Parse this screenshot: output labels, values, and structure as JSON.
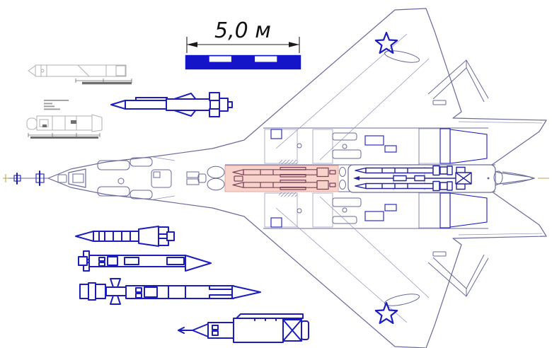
{
  "palette": {
    "weapon_blue": "#1d1dbe",
    "drawing_line": "#6a6a9e",
    "drawing_line_light": "#8f8fb6",
    "bay_highlight_fill": "#f8d3cc",
    "bay_highlight_edge": "#e2a8a2",
    "bay_missile_line": "#7a4258",
    "rear_bay_missile_line": "#24249f",
    "faint_gray": "#b2b2b2",
    "dark_gray": "#6f6f6f",
    "caption_gray": "#9a9a9a",
    "centerline_olive": "#b9a23c",
    "scale_blue": "#1414c8",
    "text_black": "#111111",
    "background": "#ffffff"
  },
  "scale_bar": {
    "label": "5,0 м",
    "total_length_m": 5.0,
    "segments": 5
  },
  "drawing": {
    "subject": "twin-engine stealth fighter, top view planform",
    "highlight": "forward internal weapons bay highlighted in pink with two missiles",
    "rear_bay": "rear internal weapons bay with three missiles and tail sting",
    "insignia": "five-pointed star outline on each wing",
    "caption_block": {
      "legible": false,
      "line_count": 4
    },
    "stores": [
      {
        "id": "gray-missile-top",
        "style": "faint gray outline drawing with dimension line"
      },
      {
        "id": "gray-missile-lower",
        "style": "faint gray outline drawing with caption and dimension line"
      },
      {
        "id": "blue-missile-upper",
        "style": "blue side view, nose left"
      },
      {
        "id": "blue-missile-a",
        "style": "blue side view, banded body, flared tail, nose left"
      },
      {
        "id": "blue-missile-b",
        "style": "blue side view, cruciform tail left, nose right"
      },
      {
        "id": "blue-missile-c",
        "style": "blue side view, long body, nose right"
      },
      {
        "id": "blue-cruise-missile",
        "style": "blue side view, probe nose left, boxy body, tail right"
      }
    ]
  }
}
